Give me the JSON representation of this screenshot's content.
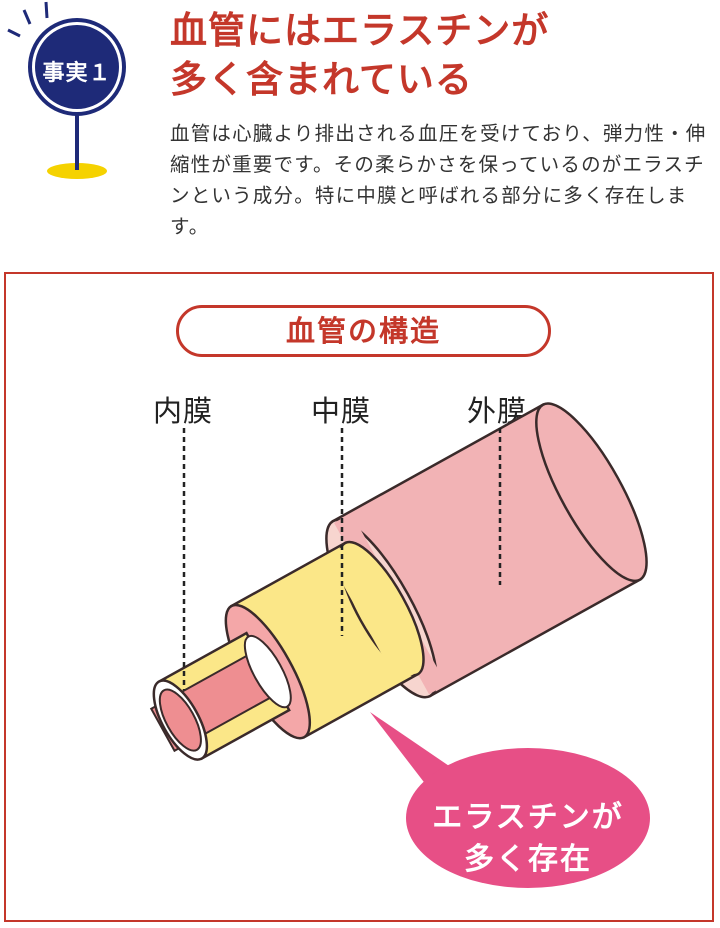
{
  "badge": {
    "label": "事実１"
  },
  "heading": {
    "line1": "血管にはエラスチンが",
    "line2": "多く含まれている"
  },
  "description": "血管は心臓より排出される血圧を受けており、弾力性・伸縮性が重要です。その柔らかさを保っているのがエラスチンという成分。特に中膜と呼ばれる部分に多く存在します。",
  "diagram": {
    "title": "血管の構造",
    "layers": {
      "inner": "内膜",
      "middle": "中膜",
      "outer": "外膜"
    },
    "callout": {
      "line1": "エラスチンが",
      "line2": "多く存在"
    }
  },
  "colors": {
    "accent_red": "#c4372a",
    "badge_navy": "#1e2a78",
    "badge_yellow": "#f5d200",
    "outer_pink": "#f2b3b5",
    "middle_yellow": "#fbe788",
    "inner_pink": "#ee8e91",
    "callout_pink": "#e74f86"
  }
}
